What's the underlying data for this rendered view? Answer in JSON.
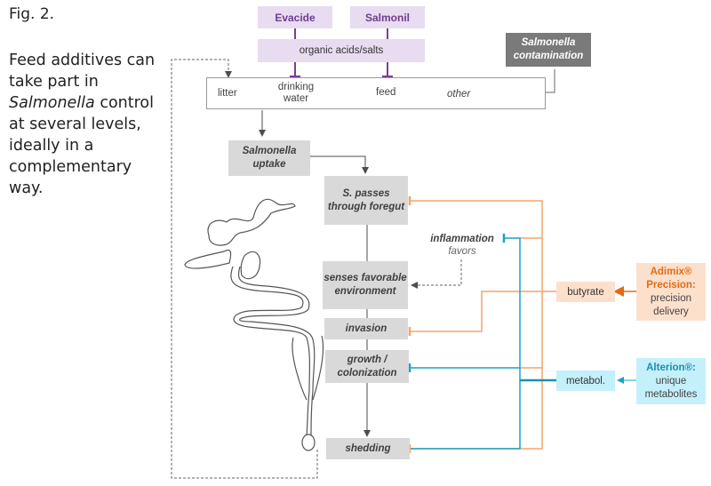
{
  "caption": {
    "figure_label": "Fig. 2.",
    "text_before": "Feed additives can take part in ",
    "text_italic": "Salmonella",
    "text_after": " control at several levels, ideally in a complementary way."
  },
  "diagram": {
    "products_top": [
      "Evacide",
      "Salmonil"
    ],
    "organic_acids": "organic acids/salts",
    "contamination": "Salmonella contamination",
    "sources": {
      "litter": "litter",
      "drinking_water": "drinking water",
      "feed": "feed",
      "other": "other"
    },
    "uptake": "Salmonella uptake",
    "steps": {
      "foregut": "S. passes through foregut",
      "senses": "senses favorable environment",
      "invasion": "invasion",
      "growth": "growth / colonization",
      "shedding": "shedding"
    },
    "inflammation": {
      "title": "inflammation",
      "subtitle": "favors"
    },
    "butyrate": "butyrate",
    "metabol": "metabol.",
    "adimix": {
      "name": "Adimix® Precision:",
      "desc": "precision delivery"
    },
    "alterion": {
      "name": "Alterion®:",
      "desc": "unique metabolites"
    },
    "colors": {
      "purple": "#7a3e96",
      "orange": "#f5a46a",
      "teal": "#1aa3c4",
      "dark_line": "#4a4f55"
    }
  }
}
